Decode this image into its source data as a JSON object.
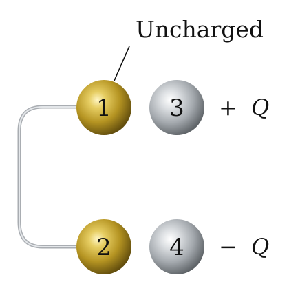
{
  "callout": {
    "label": "Uncharged"
  },
  "spheres": [
    {
      "number": "1",
      "material": "gold"
    },
    {
      "number": "2",
      "material": "gold"
    },
    {
      "number": "3",
      "material": "silver"
    },
    {
      "number": "4",
      "material": "silver"
    }
  ],
  "charges": {
    "top": {
      "sign": "+",
      "symbol": "Q"
    },
    "bottom": {
      "sign": "−",
      "symbol": "Q"
    }
  },
  "colors": {
    "gold": "#c8a72c",
    "silver": "#b9bdc2",
    "wire": "#b8bcc0",
    "text": "#111111"
  }
}
